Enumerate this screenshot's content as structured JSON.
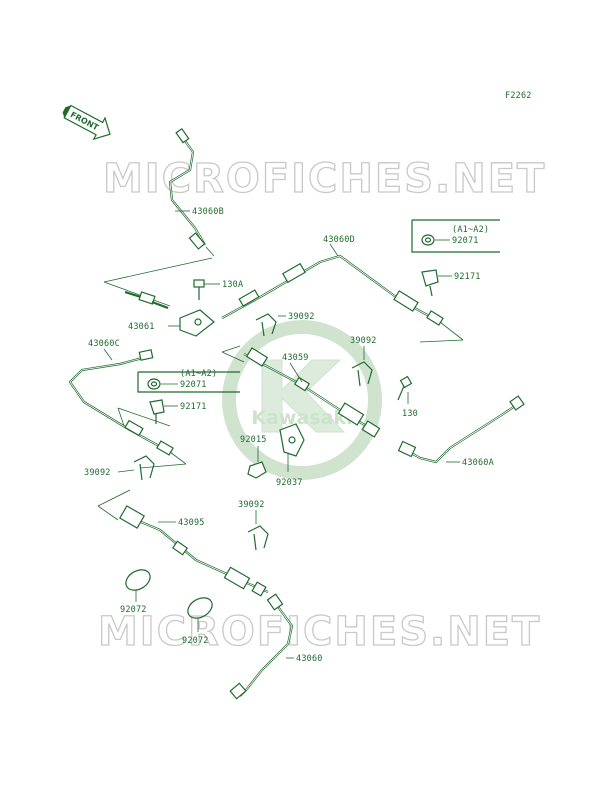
{
  "diagram_code": "F2262",
  "front_label": "FRONT",
  "watermark": {
    "text": "MICROFICHES.NET",
    "brand": "Kawasaki"
  },
  "colors": {
    "line": "#1f6b2e",
    "watermark": "#c9c9c9",
    "background": "#ffffff"
  },
  "labels": {
    "p43060B": "43060B",
    "p43060D": "43060D",
    "p130A": "130A",
    "p43061": "43061",
    "p43060C": "43060C",
    "p92071_right_note": "(A1~A2)",
    "p92071_right": "92071",
    "p92171_right": "92171",
    "p39092_top": "39092",
    "p43059": "43059",
    "p39092_mid": "39092",
    "p92071_left_note": "(A1~A2)",
    "p92071_left": "92071",
    "p92171_left": "92171",
    "p130": "130",
    "p92015": "92015",
    "p92037": "92037",
    "p43060A": "43060A",
    "p39092_left": "39092",
    "p39092_bottom": "39092",
    "p43095": "43095",
    "p92072_a": "92072",
    "p92072_b": "92072",
    "p43060": "43060"
  }
}
